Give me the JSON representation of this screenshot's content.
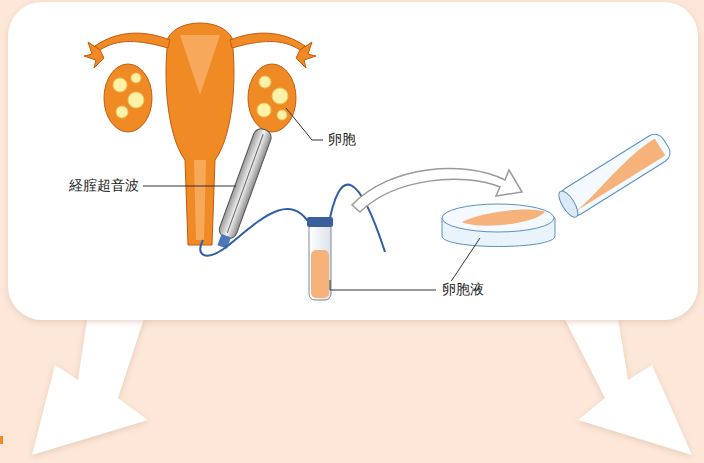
{
  "diagram": {
    "labels": [
      "卵胞",
      "経腟超音波",
      "卵胞液"
    ]
  }
}
